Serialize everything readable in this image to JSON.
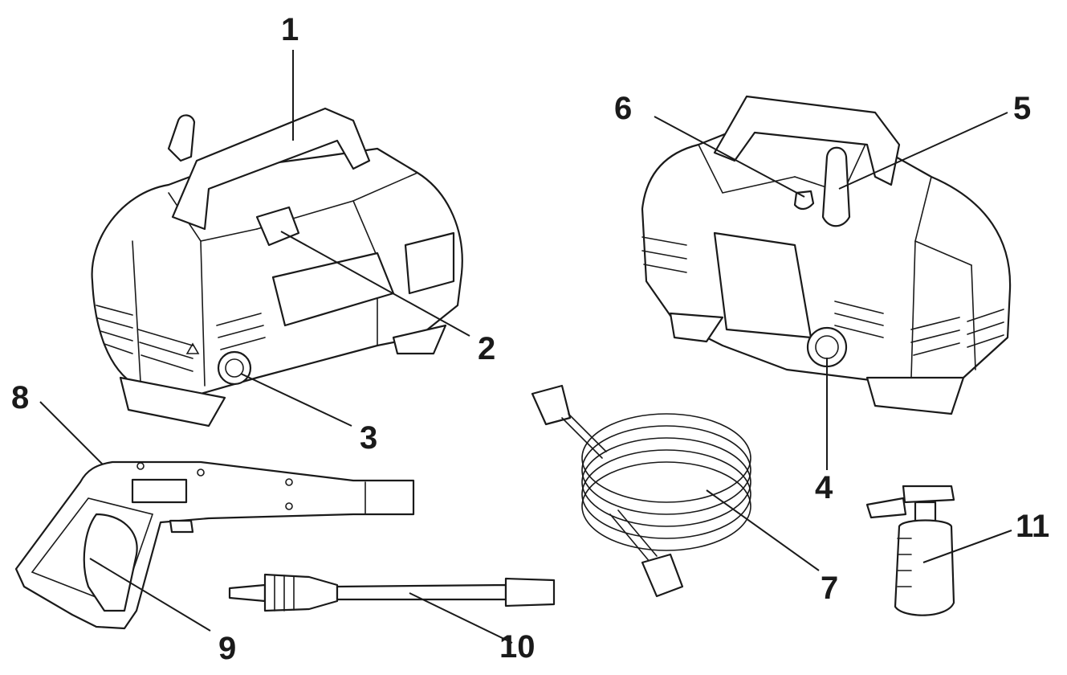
{
  "callouts": [
    {
      "id": "c1",
      "label": "1"
    },
    {
      "id": "c2",
      "label": "2"
    },
    {
      "id": "c3",
      "label": "3"
    },
    {
      "id": "c4",
      "label": "4"
    },
    {
      "id": "c5",
      "label": "5"
    },
    {
      "id": "c6",
      "label": "6"
    },
    {
      "id": "c7",
      "label": "7"
    },
    {
      "id": "c8",
      "label": "8"
    },
    {
      "id": "c9",
      "label": "9"
    },
    {
      "id": "c10",
      "label": "10"
    },
    {
      "id": "c11",
      "label": "11"
    }
  ],
  "colors": {
    "line": "#1a1a1a",
    "background": "#ffffff"
  }
}
